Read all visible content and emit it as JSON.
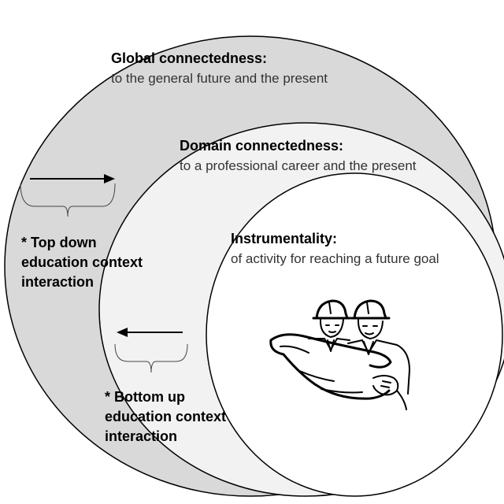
{
  "global": {
    "title": "Global connectedness:",
    "subtitle": "to the general future and the present"
  },
  "domain": {
    "title": "Domain connectedness:",
    "subtitle": "to a professional career and the present"
  },
  "instrumentality": {
    "title": "Instrumentality:",
    "subtitle": "of activity for reaching a future goal"
  },
  "top_down": {
    "line1": "* Top down",
    "line2": "education context",
    "line3": "interaction"
  },
  "bottom_up": {
    "line1": "* Bottom up",
    "line2": "education context",
    "line3": "interaction"
  },
  "colors": {
    "outer_fill": "#d9d9d9",
    "middle_fill": "#f2f2f2",
    "inner_fill": "#ffffff",
    "stroke": "#000000"
  },
  "icons": {
    "illustration": "engineers-with-blueprint-icon",
    "arrow_right": "arrow-right-icon",
    "arrow_left": "arrow-left-icon"
  }
}
